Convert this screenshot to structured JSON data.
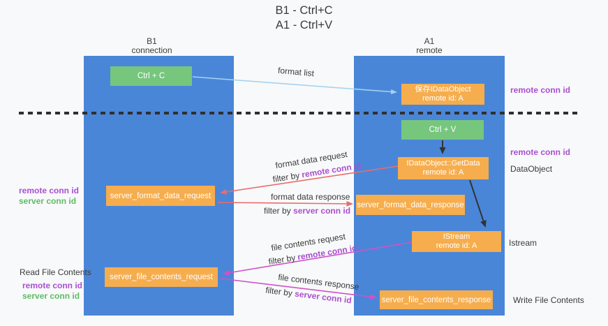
{
  "title": {
    "line1": "B1 - Ctrl+C",
    "line2": "A1 - Ctrl+V"
  },
  "columns": {
    "left": {
      "name": "B1",
      "role": "connection"
    },
    "right": {
      "name": "A1",
      "role": "remote"
    }
  },
  "nodes": {
    "ctrl_c": {
      "label": "Ctrl + C"
    },
    "save_dataobject": {
      "line1": "保存IDataObject",
      "line2": "remote id: A"
    },
    "ctrl_v": {
      "label": "Ctrl + V"
    },
    "getdata": {
      "line1": "IDataObject::GetData",
      "line2": "remote id: A"
    },
    "istream": {
      "line1": "IStream",
      "line2": "remote id: A"
    },
    "server_format_data_request": {
      "label": "server_format_data_request"
    },
    "server_format_data_response": {
      "label": "server_format_data_response"
    },
    "server_file_contents_request": {
      "label": "server_file_contents_request"
    },
    "server_file_contents_response": {
      "label": "server_file_contents_response"
    }
  },
  "flow_labels": {
    "format_list": "format list",
    "format_data_request": "format data request",
    "format_data_response": "format data response",
    "file_contents_request": "file contents request",
    "file_contents_response": "file contents response",
    "filter_prefix": "filter by",
    "remote_conn_id": "remote conn id",
    "server_conn_id": "server conn id"
  },
  "side_labels": {
    "remote_conn_id": "remote conn id",
    "server_conn_id": "server conn id",
    "dataobject": "DataObject",
    "istream": "Istream",
    "read_file_contents": "Read File Contents",
    "write_file_contents": "Write File Contents"
  },
  "colors": {
    "column_blue": "#4a86d8",
    "box_green": "#76c67d",
    "box_orange": "#f6ad4d",
    "purple_text": "#aa4fd0",
    "green_text": "#5fba66",
    "red_arrow": "#ed6a6c",
    "magenta_arrow": "#cf52c8",
    "light_blue_arrow": "#a5d2ef",
    "dashed_line": "#2f2f2f"
  }
}
